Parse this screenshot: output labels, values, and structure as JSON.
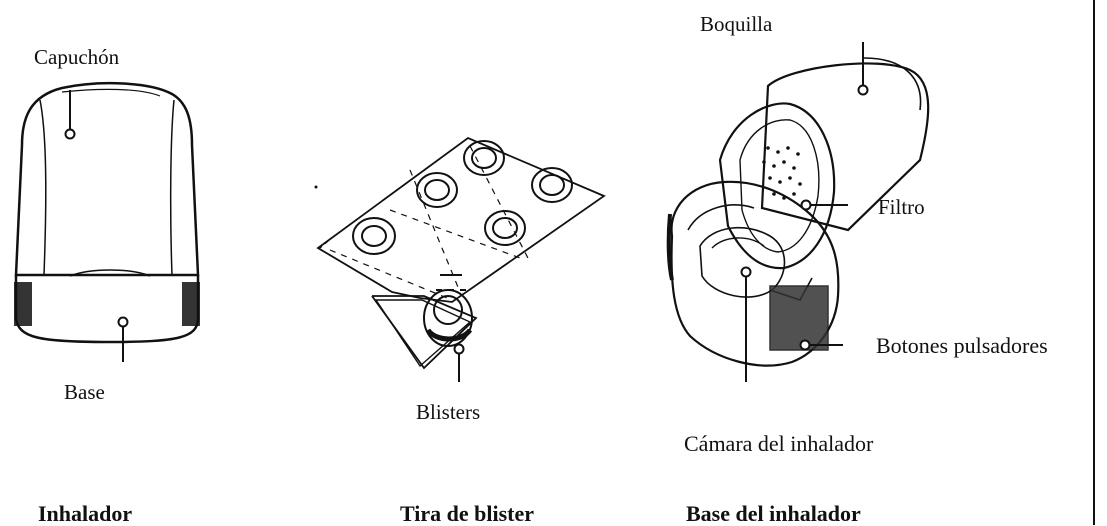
{
  "figure": {
    "inhaler": {
      "parts": {
        "cap": "Capuchón",
        "base": "Base"
      },
      "caption": "Inhalador"
    },
    "strip": {
      "parts": {
        "blisters": "Blisters"
      },
      "caption": "Tira de blister"
    },
    "base_unit": {
      "parts": {
        "mouthpiece": "Boquilla",
        "filter": "Filtro",
        "push_buttons": "Botones pulsadores",
        "chamber": "Cámara del inhalador"
      },
      "caption": "Base del inhalador"
    }
  }
}
